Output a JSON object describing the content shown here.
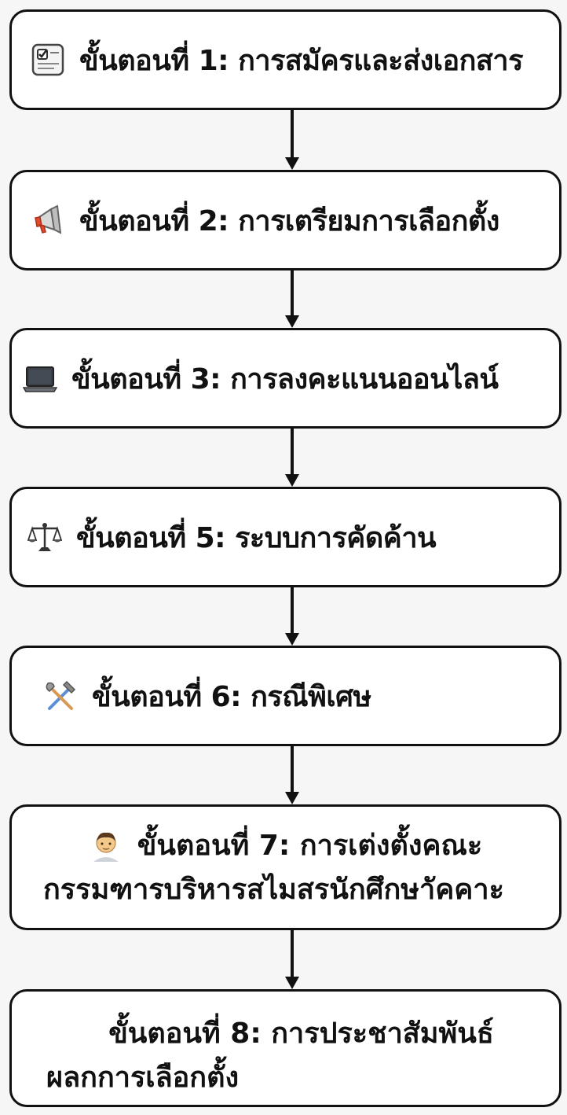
{
  "steps": [
    {
      "label": "ขั้นตอนที่ 1: การสมัครและส่งเอกสาร",
      "icon": "checklist-icon"
    },
    {
      "label": "ขั้นตอนที่ 2: การเตรียมการเลือกตั้ง",
      "icon": "megaphone-icon"
    },
    {
      "label": "ขั้นตอนที่ 3: การลงคะแนนออนไลน์",
      "icon": "laptop-icon"
    },
    {
      "label": "ขั้นตอนที่ 5: ระบบการคัดค้าน",
      "icon": "scales-icon"
    },
    {
      "label": "ขั้นตอนที่ 6: กรณีพิเศษ",
      "icon": "tools-icon"
    },
    {
      "label_line1": "ขั้นตอนที่ 7: การเต่งตั้งคณะ",
      "label_line2": "กรรมฑารบริหารสไมสรนักศึกษาัคคาะ",
      "icon": "man-icon"
    },
    {
      "label_line1": "ขั้นตอนที่ 8: การประชาสัมพันธ์",
      "label_line2": "ผลกการเลือกตั้ง"
    }
  ]
}
